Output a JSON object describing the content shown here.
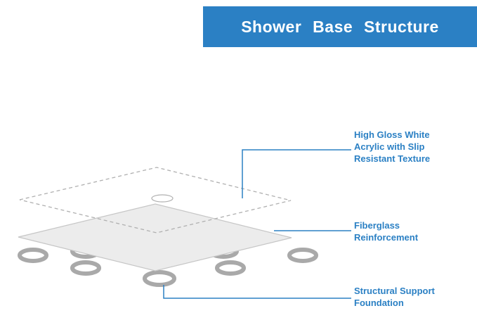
{
  "header": {
    "title": "Shower Base Structure"
  },
  "labels": {
    "acrylic": "High Gloss White\nAcrylic with Slip\nResistant Texture",
    "fiberglass": "Fiberglass\nReinforcement",
    "foundation": "Structural Support\nFoundation"
  },
  "diagram": {
    "parts": [
      "acrylic-top-layer",
      "drain-hole",
      "fiberglass-layer",
      "support-feet"
    ],
    "support_feet_count": 7
  },
  "colors": {
    "accent_blue": "#2b80c4",
    "diamond_fill": "#ececec",
    "diamond_border": "#c6c6c6",
    "dashed_outline": "#b0b0b0",
    "ring_gray": "#a9a9a9",
    "background": "#ffffff",
    "header_text": "#ffffff"
  }
}
